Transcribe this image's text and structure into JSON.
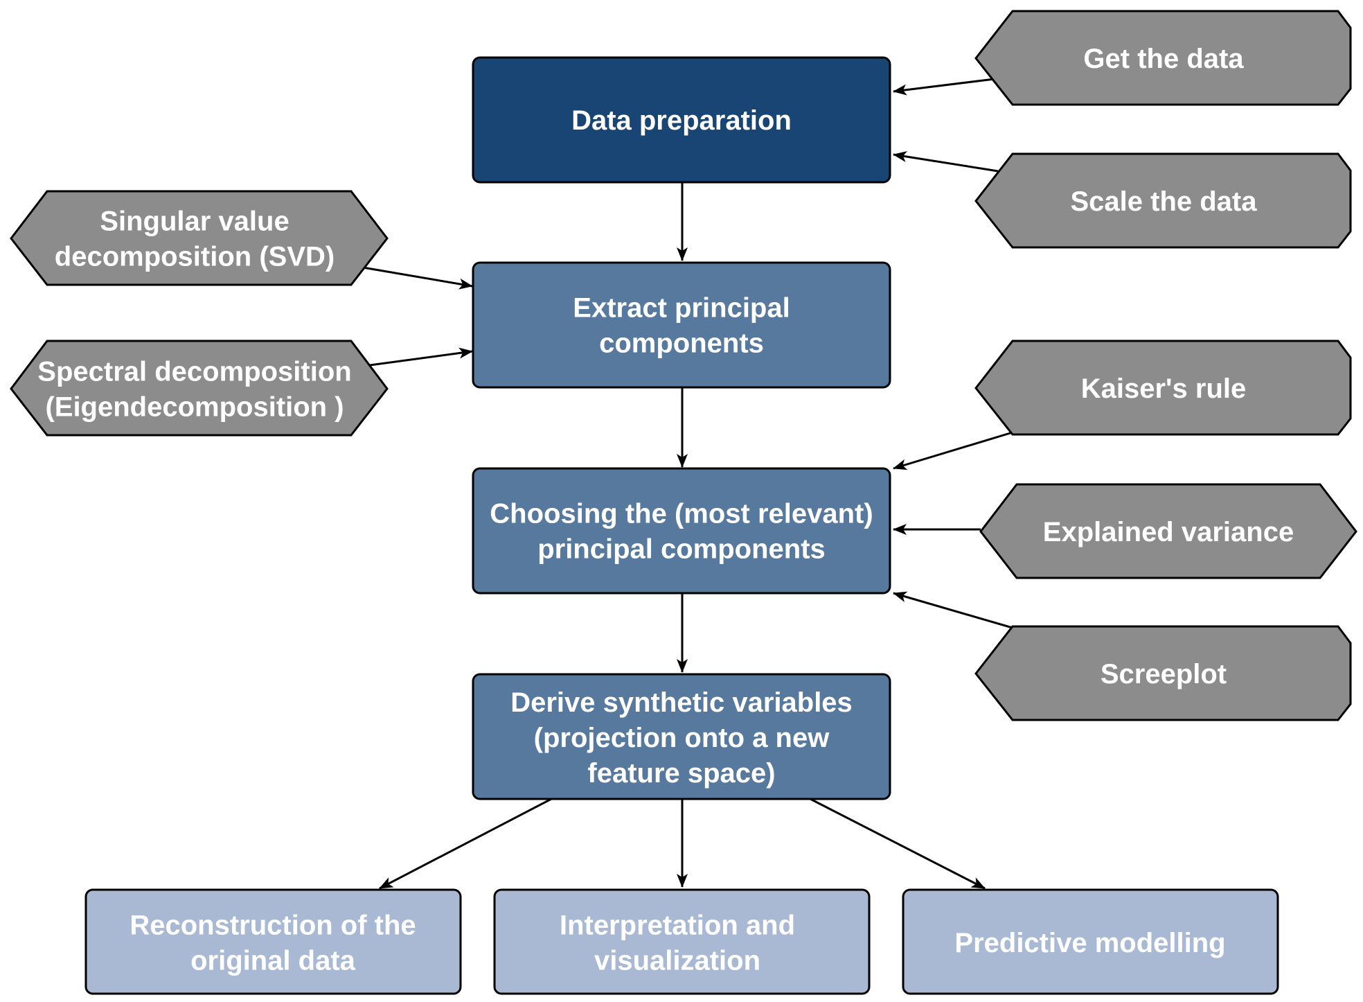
{
  "colors": {
    "primary_box": "#184573",
    "secondary_box": "#57799e",
    "output_box": "#a9b9d4",
    "method_hexagon": "#8c8c8c",
    "text": "#ffffff",
    "edge": "#000000"
  },
  "steps": {
    "data_preparation": [
      "Data preparation"
    ],
    "extract_components": [
      "Extract principal",
      "components"
    ],
    "choose_components": [
      "Choosing the (most relevant)",
      "principal components"
    ],
    "derive_variables": [
      "Derive synthetic variables",
      "(projection onto a new",
      "feature space)"
    ]
  },
  "outputs": {
    "reconstruction": [
      "Reconstruction of the",
      "original data"
    ],
    "interpretation": [
      "Interpretation and",
      "visualization"
    ],
    "predictive": [
      "Predictive modelling"
    ]
  },
  "methods": {
    "get_data": [
      "Get the data"
    ],
    "scale_data": [
      "Scale the data"
    ],
    "svd": [
      "Singular value",
      "decomposition (SVD)"
    ],
    "spectral": [
      "Spectral decomposition",
      "(Eigendecomposition )"
    ],
    "kaiser": [
      "Kaiser's rule"
    ],
    "explained_variance": [
      "Explained variance"
    ],
    "screeplot": [
      "Screeplot"
    ]
  }
}
